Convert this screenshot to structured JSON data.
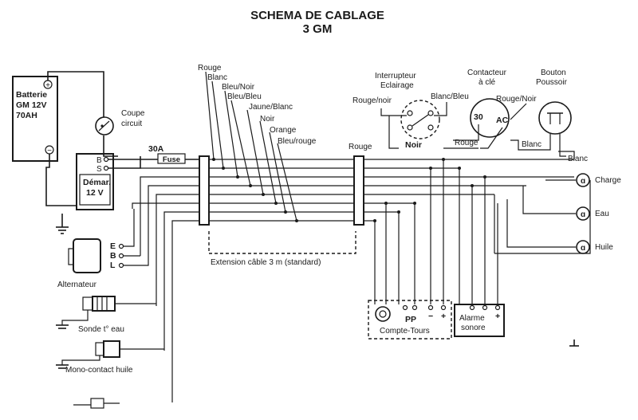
{
  "title": {
    "line1": "SCHEMA DE CABLAGE",
    "line2": "3 GM"
  },
  "battery": {
    "line1": "Batterie",
    "line2": "GM 12V",
    "line3": "70AH",
    "plus": "+",
    "minus": "−"
  },
  "coupe_circuit": {
    "line1": "Coupe",
    "line2": "circuit"
  },
  "demarreur": {
    "line1": "Démar.",
    "line2": "12 V",
    "terminal_b": "B",
    "terminal_s": "S"
  },
  "fuse": {
    "rating": "30A",
    "label": "Fuse"
  },
  "wire_labels": [
    "Rouge",
    "Blanc",
    "Bleu/Noir",
    "Bleu/Bleu",
    "Jaune/Blanc",
    "Noir",
    "Orange",
    "Bleu/rouge"
  ],
  "alternateur": {
    "label": "Alternateur",
    "terminal_e": "E",
    "terminal_b": "B",
    "terminal_l": "L"
  },
  "sonde_eau": "Sonde t° eau",
  "mono_contact": "Mono-contact huile",
  "extension": "Extension câble 3 m (standard)",
  "rouge_right": "Rouge",
  "interrupteur": {
    "line1": "Interrupteur",
    "line2": "Eclairage",
    "rouge_noir": "Rouge/noir",
    "blanc_bleu": "Blanc/Bleu",
    "noir": "Noir"
  },
  "contacteur": {
    "line1": "Contacteur",
    "line2": "à clé",
    "t30": "30",
    "tac": "AC",
    "rouge_noir": "Rouge/Noir",
    "rouge": "Rouge"
  },
  "bouton": {
    "line1": "Bouton",
    "line2": "Poussoir",
    "blanc": "Blanc",
    "blanc2": "Blanc"
  },
  "lamps": {
    "charge": "Charge",
    "eau": "Eau",
    "huile": "Huile"
  },
  "compte_tours": {
    "label": "Compte-Tours",
    "pp": "PP",
    "minus": "−",
    "plus": "+"
  },
  "alarme": {
    "line1": "Alarme",
    "line2": "sonore",
    "plus": "+"
  },
  "ground_sym": "⏚"
}
